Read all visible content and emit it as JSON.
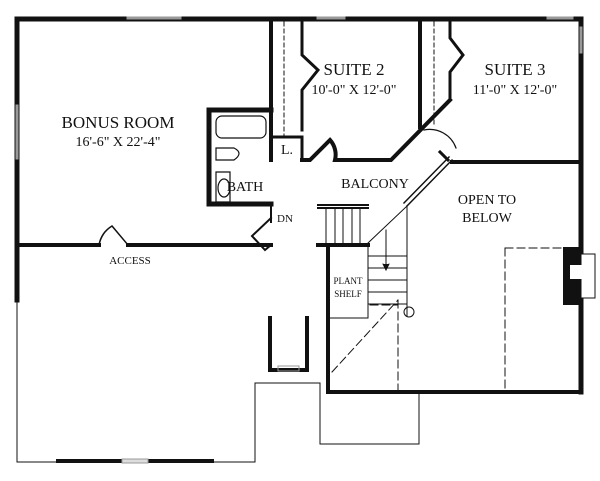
{
  "rooms": {
    "bonus": {
      "name": "BONUS ROOM",
      "dims": "16'-6\" X 22'-4\""
    },
    "suite2": {
      "name": "SUITE 2",
      "dims": "10'-0\" X 12'-0\""
    },
    "suite3": {
      "name": "SUITE 3",
      "dims": "11'-0\" X 12'-0\""
    },
    "linen": {
      "name": "L."
    },
    "bath": {
      "name": "BATH"
    },
    "balcony": {
      "name": "BALCONY"
    },
    "open_below": {
      "line1": "OPEN TO",
      "line2": "BELOW"
    },
    "plant_shelf": {
      "line1": "PLANT",
      "line2": "SHELF"
    }
  },
  "labels": {
    "down": "DN",
    "access": "ACCESS"
  },
  "colors": {
    "wall": "#111111",
    "background": "#ffffff",
    "window": "#9a9a9a"
  }
}
